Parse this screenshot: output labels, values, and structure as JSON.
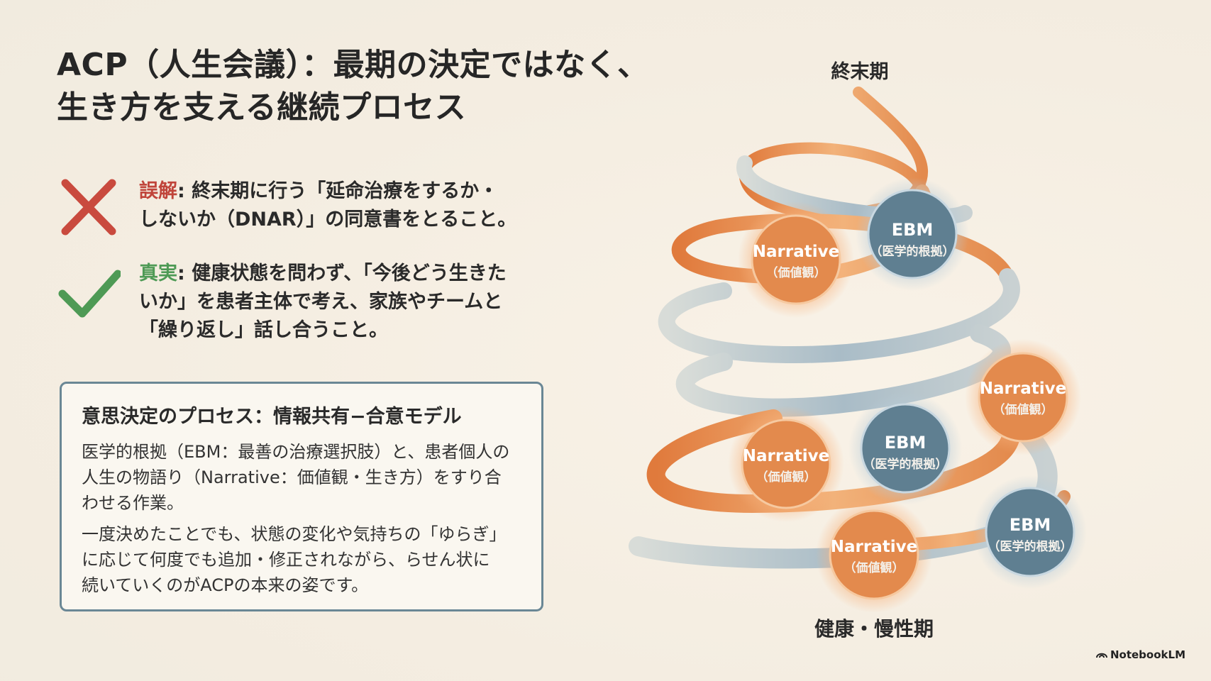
{
  "title": {
    "line1": "ACP（人生会議）：最期の決定ではなく、",
    "line2": "生き方を支える継続プロセス"
  },
  "misconception": {
    "label": "誤解",
    "line1": ": 終末期に行う「延命治療をするか・",
    "line2": "しないか（DNAR）」の同意書をとること。"
  },
  "truth": {
    "label": "真実",
    "line1": ": 健康状態を問わず、「今後どう生きた",
    "line2": "いか」を患者主体で考え、家族やチームと",
    "line3": "「繰り返し」話し合うこと。"
  },
  "process_box": {
    "title": "意思決定のプロセス：情報共有−合意モデル",
    "para1": [
      "医学的根拠（EBM：最善の治療選択肢）と、患者個人の",
      "人生の物語り（Narrative：価値観・生き方）をすり合",
      "わせる作業。"
    ],
    "para2": [
      "一度決めたことでも、状態の変化や気持ちの「ゆらぎ」",
      "に応じて何度でも追加・修正されながら、らせん状に",
      "続いていくのがACPの本来の姿です。"
    ]
  },
  "diagram": {
    "top_label": "終末期",
    "bottom_label": "健康・慢性期",
    "nodes": [
      {
        "name": "narrative",
        "title": "Narrative",
        "sub": "（価値観）",
        "color": "#e38a4d"
      },
      {
        "name": "ebm",
        "title": "EBM",
        "sub": "（医学的根拠）",
        "color": "#5f7f91"
      },
      {
        "name": "narrative",
        "title": "Narrative",
        "sub": "（価値観）",
        "color": "#e38a4d"
      },
      {
        "name": "narrative",
        "title": "Narrative",
        "sub": "（価値観）",
        "color": "#e38a4d"
      },
      {
        "name": "ebm",
        "title": "EBM",
        "sub": "（医学的根拠）",
        "color": "#5f7f91"
      },
      {
        "name": "narrative",
        "title": "Narrative",
        "sub": "（価値観）",
        "color": "#e38a4d"
      },
      {
        "name": "ebm",
        "title": "EBM",
        "sub": "（医学的根拠）",
        "color": "#5f7f91"
      }
    ]
  },
  "icons": {
    "wrong": "cross-icon",
    "right": "check-icon",
    "brand": "notebooklm-logo-icon"
  },
  "colors": {
    "wrong": "#c0443a",
    "right": "#4e9a55",
    "orange_ribbon": "#e08a4c",
    "blue_ribbon": "#b9c6cc",
    "box_border": "#6a8795"
  },
  "brand": "NotebookLM"
}
